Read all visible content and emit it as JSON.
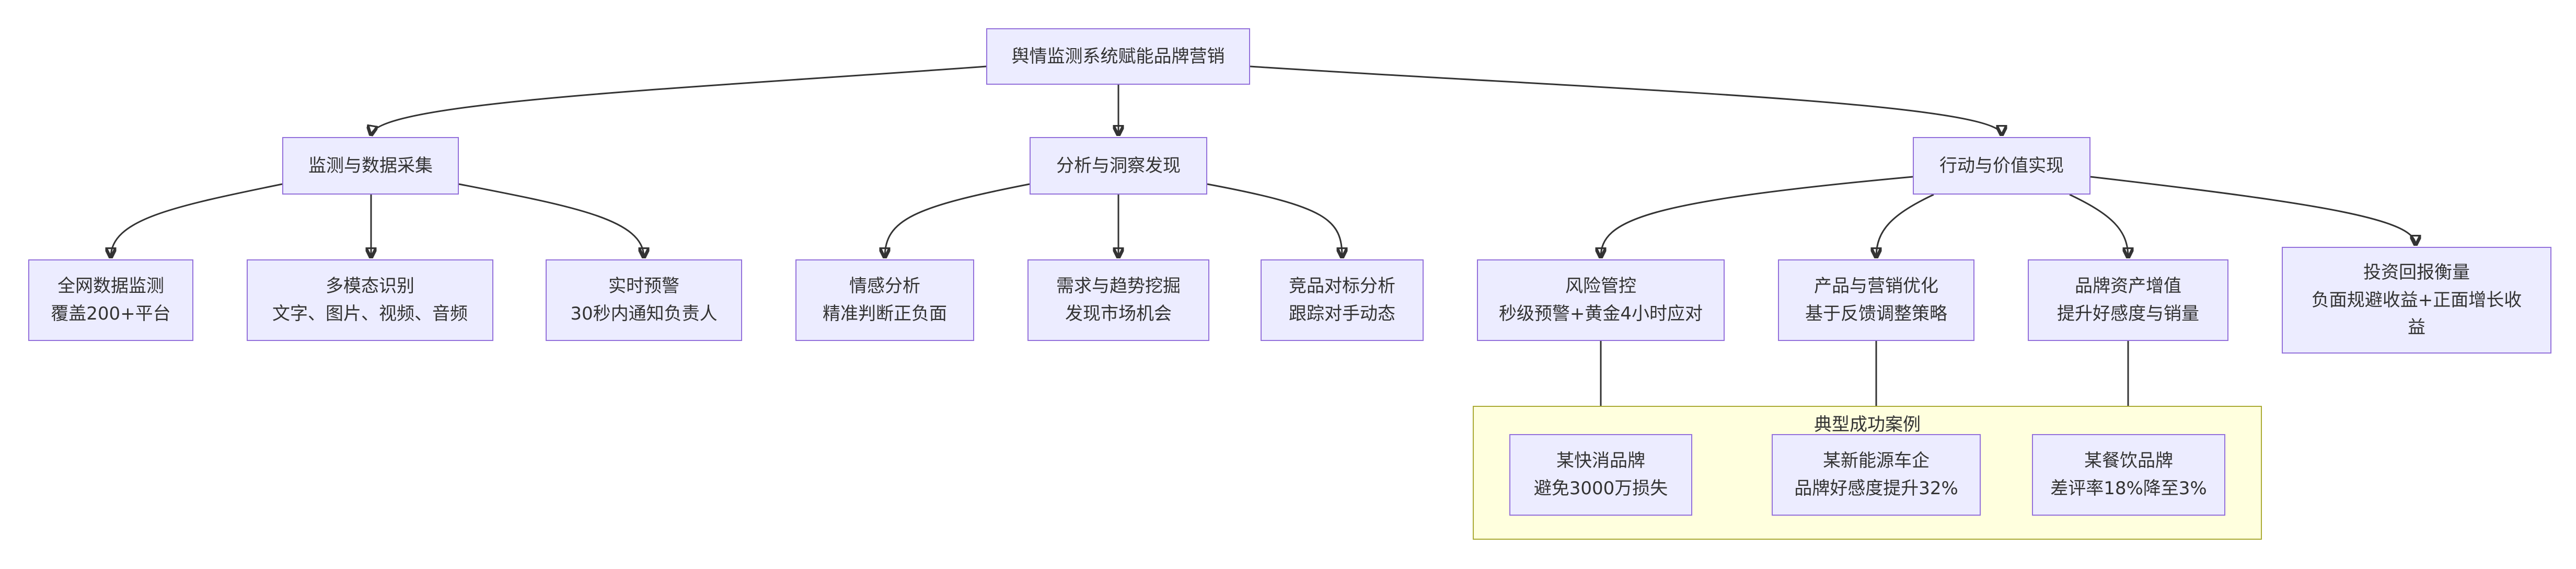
{
  "root": {
    "label": "舆情监测系统赋能品牌营销"
  },
  "branches": {
    "monitor": {
      "label": "监测与数据采集"
    },
    "analysis": {
      "label": "分析与洞察发现"
    },
    "action": {
      "label": "行动与价值实现"
    }
  },
  "leaves": {
    "allnet": {
      "line1": "全网数据监测",
      "line2": "覆盖200+平台"
    },
    "multimodal": {
      "line1": "多模态识别",
      "line2": "文字、图片、视频、音频"
    },
    "alert": {
      "line1": "实时预警",
      "line2": "30秒内通知负责人"
    },
    "sentiment": {
      "line1": "情感分析",
      "line2": "精准判断正负面"
    },
    "trend": {
      "line1": "需求与趋势挖掘",
      "line2": "发现市场机会"
    },
    "competitor": {
      "line1": "竞品对标分析",
      "line2": "跟踪对手动态"
    },
    "risk": {
      "line1": "风险管控",
      "line2": "秒级预警+黄金4小时应对"
    },
    "product": {
      "line1": "产品与营销优化",
      "line2": "基于反馈调整策略"
    },
    "brand": {
      "line1": "品牌资产增值",
      "line2": "提升好感度与销量"
    },
    "roi": {
      "line1": "投资回报衡量",
      "line2": "负面规避收益+正面增长收",
      "line3": "益"
    }
  },
  "cases_group": {
    "label": "典型成功案例",
    "fmcg": {
      "line1": "某快消品牌",
      "line2": "避免3000万损失"
    },
    "ev": {
      "line1": "某新能源车企",
      "line2": "品牌好感度提升32%"
    },
    "food": {
      "line1": "某餐饮品牌",
      "line2": "差评率18%降至3%"
    }
  }
}
